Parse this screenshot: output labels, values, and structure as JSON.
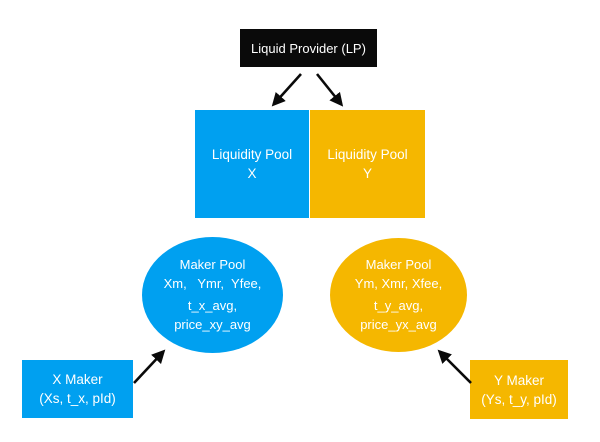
{
  "colors": {
    "blue": "#00A0F0",
    "orange": "#F5B700",
    "black": "#0A0A0A",
    "white": "#FFFFFF"
  },
  "lp": {
    "label": "Liquid Provider (LP)"
  },
  "pool_x": {
    "line1": "Liquidity Pool",
    "line2": "X"
  },
  "pool_y": {
    "line1": "Liquidity Pool",
    "line2": "Y"
  },
  "maker_pool_x": {
    "line1": "Maker Pool",
    "line2": "Xm,   Ymr,  Yfee,",
    "line3": "t_x_avg,",
    "line4": "price_xy_avg"
  },
  "maker_pool_y": {
    "line1": "Maker Pool",
    "line2": "Ym, Xmr, Xfee,",
    "line3": "t_y_avg,",
    "line4": "price_yx_avg"
  },
  "x_maker": {
    "line1": "X Maker",
    "line2": "(Xs, t_x, pId)"
  },
  "y_maker": {
    "line1": "Y Maker",
    "line2": "(Ys, t_y, pId)"
  }
}
